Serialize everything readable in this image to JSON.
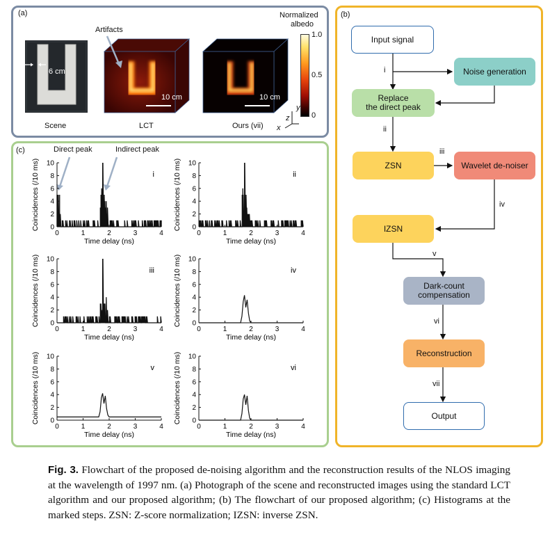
{
  "panel_a": {
    "label": "(a)",
    "annotations": {
      "artifacts": "Artifacts",
      "scale_photo": "6 cm",
      "scale_lct": "10 cm",
      "scale_ours": "10 cm"
    },
    "image_labels": {
      "scene": "Scene",
      "lct": "LCT",
      "ours": "Ours (vii)"
    },
    "axes_glyphs": {
      "y": "y",
      "z": "z",
      "x": "x"
    },
    "colorbar": {
      "title_line1": "Normalized",
      "title_line2": "albedo",
      "ticks": [
        "1.0",
        "0.5",
        "0"
      ]
    }
  },
  "panel_b": {
    "label": "(b)",
    "nodes": {
      "input": "Input signal",
      "noise": "Noise generation",
      "replace": "Replace\nthe direct peak",
      "zsn": "ZSN",
      "wavelet": "Wavelet de-noiser",
      "izsn": "IZSN",
      "darkcount": "Dark-count\ncompensation",
      "reconstruction": "Reconstruction",
      "output": "Output"
    },
    "steps": {
      "i": "i",
      "ii": "ii",
      "iii": "iii",
      "iv": "iv",
      "v": "v",
      "vi": "vi",
      "vii": "vii"
    },
    "colors": {
      "input_border": "#2f6bad",
      "noise": "#8ccfc8",
      "replace": "#b9dfa8",
      "zsn": "#fdd35c",
      "wavelet": "#f08a78",
      "izsn": "#fdd35c",
      "darkcount": "#a9b4c6",
      "reconstruction": "#f8b267",
      "output_border": "#2f6bad"
    }
  },
  "panel_c": {
    "label": "(c)",
    "annotations": {
      "direct_peak": "Direct peak",
      "indirect_peak": "Indirect peak"
    },
    "ylabel": "Coincidences (/10 ms)",
    "xlabel": "Time delay (ns)",
    "xticks": [
      "0",
      "1",
      "2",
      "3",
      "4"
    ],
    "yticks": [
      "0",
      "2",
      "4",
      "6",
      "8",
      "10"
    ]
  },
  "chart_data": [
    {
      "type": "line",
      "panel": "i",
      "xlim": [
        0,
        4
      ],
      "ylim": [
        0,
        10
      ],
      "xlabel": "Time delay (ns)",
      "ylabel": "Coincidences (/10 ms)",
      "features": {
        "baseline_noise": [
          0,
          1
        ],
        "direct_peak": {
          "x": 0.1,
          "y": 5
        },
        "indirect_peak": {
          "x": 1.75,
          "y": 10
        }
      }
    },
    {
      "type": "line",
      "panel": "ii",
      "xlim": [
        0,
        4
      ],
      "ylim": [
        0,
        10
      ],
      "xlabel": "Time delay (ns)",
      "ylabel": "Coincidences (/10 ms)",
      "features": {
        "baseline_noise": [
          0,
          1
        ],
        "indirect_peak": {
          "x": 1.75,
          "y": 10
        }
      }
    },
    {
      "type": "line",
      "panel": "iii",
      "xlim": [
        0,
        4
      ],
      "ylim": [
        0,
        10
      ],
      "xlabel": "Time delay (ns)",
      "ylabel": "Coincidences (/10 ms)",
      "features": {
        "baseline_noise": [
          0,
          1
        ],
        "indirect_peak": {
          "x": 1.75,
          "y": 10
        }
      }
    },
    {
      "type": "line",
      "panel": "iv",
      "xlim": [
        0,
        4
      ],
      "ylim": [
        0,
        10
      ],
      "xlabel": "Time delay (ns)",
      "ylabel": "Coincidences (/10 ms)",
      "x": [
        0,
        1.6,
        1.65,
        1.7,
        1.75,
        1.8,
        1.85,
        1.9,
        1.95,
        2.0,
        4
      ],
      "y": [
        0,
        0,
        1.0,
        3.3,
        4.3,
        2.4,
        3.6,
        1.5,
        0.3,
        0,
        0
      ]
    },
    {
      "type": "line",
      "panel": "v",
      "xlim": [
        0,
        4
      ],
      "ylim": [
        0,
        10
      ],
      "xlabel": "Time delay (ns)",
      "ylabel": "Coincidences (/10 ms)",
      "x": [
        0,
        1.6,
        1.65,
        1.7,
        1.75,
        1.8,
        1.85,
        1.9,
        1.95,
        2.0,
        4
      ],
      "y": [
        0.5,
        0.5,
        1.3,
        3.5,
        4.2,
        2.6,
        3.8,
        1.8,
        0.8,
        0.5,
        0.5
      ]
    },
    {
      "type": "line",
      "panel": "vi",
      "xlim": [
        0,
        4
      ],
      "ylim": [
        0,
        10
      ],
      "xlabel": "Time delay (ns)",
      "ylabel": "Coincidences (/10 ms)",
      "x": [
        0,
        1.6,
        1.65,
        1.7,
        1.75,
        1.8,
        1.85,
        1.9,
        1.95,
        2.0,
        4
      ],
      "y": [
        0,
        0,
        1.0,
        3.3,
        4.0,
        2.4,
        3.8,
        1.5,
        0.3,
        0,
        0
      ]
    }
  ],
  "caption": {
    "label": "Fig. 3.",
    "text": " Flowchart of the proposed de-noising algorithm and the reconstruction results of the NLOS imaging at the wavelength of 1997 nm. (a) Photograph of the scene and reconstructed images using the standard LCT algorithm and our proposed algorithm; (b) The flowchart of our proposed algorithm; (c) Histograms at the marked steps. ZSN: Z-score normalization; IZSN: inverse ZSN."
  }
}
